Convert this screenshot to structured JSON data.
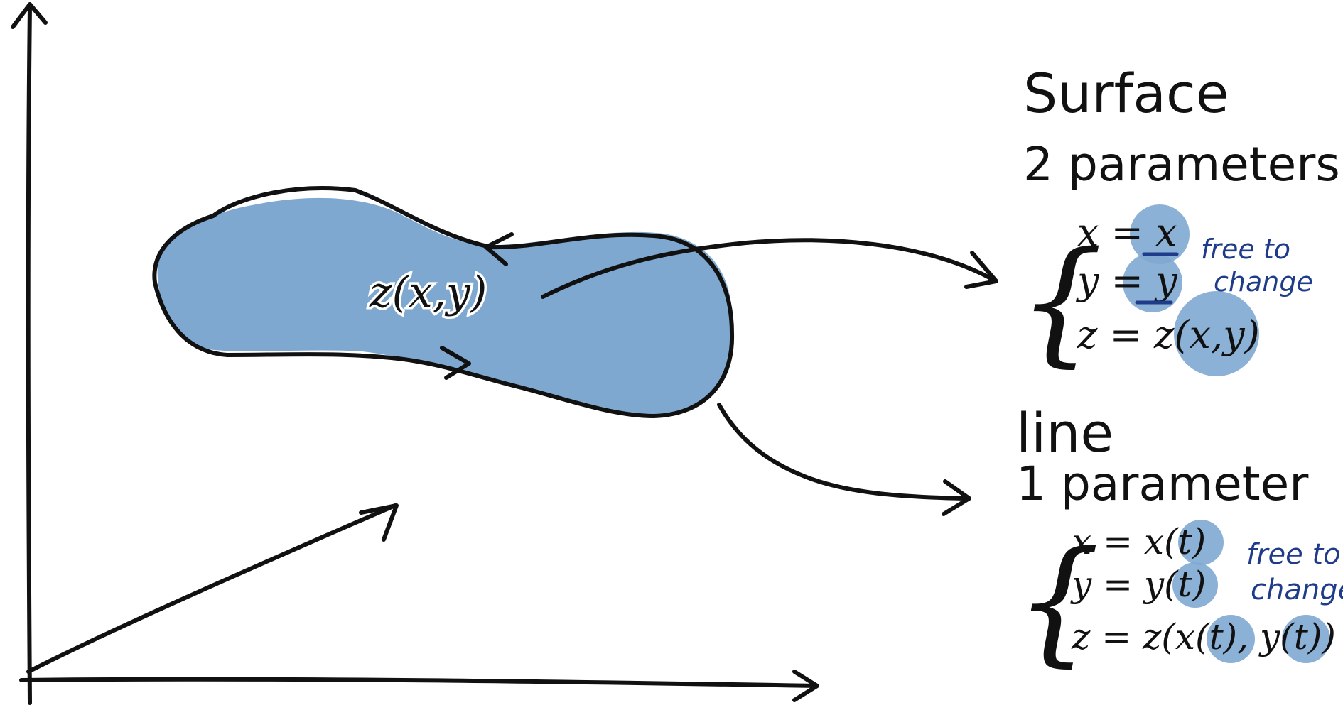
{
  "colors": {
    "ink": "#111111",
    "surface_fill": "#7fa8d1",
    "highlight": "#7fa8d1",
    "note_ink": "#1f3c8a"
  },
  "surface_label": "z(x,y)",
  "surface": {
    "title": "Surface",
    "subtitle": "2 parameters",
    "brace": "{",
    "eq1": "x = x",
    "eq2": "y = y",
    "eq3": "z = z(x,y)",
    "note_line1": "free to",
    "note_line2": "change"
  },
  "line": {
    "title": "line",
    "subtitle": "1 parameter",
    "brace": "{",
    "eq1": "x = x(t)",
    "eq2": "y = y(t)",
    "eq3": "z = z(x(t), y(t))",
    "note_line1": "free to",
    "note_line2": "change"
  }
}
